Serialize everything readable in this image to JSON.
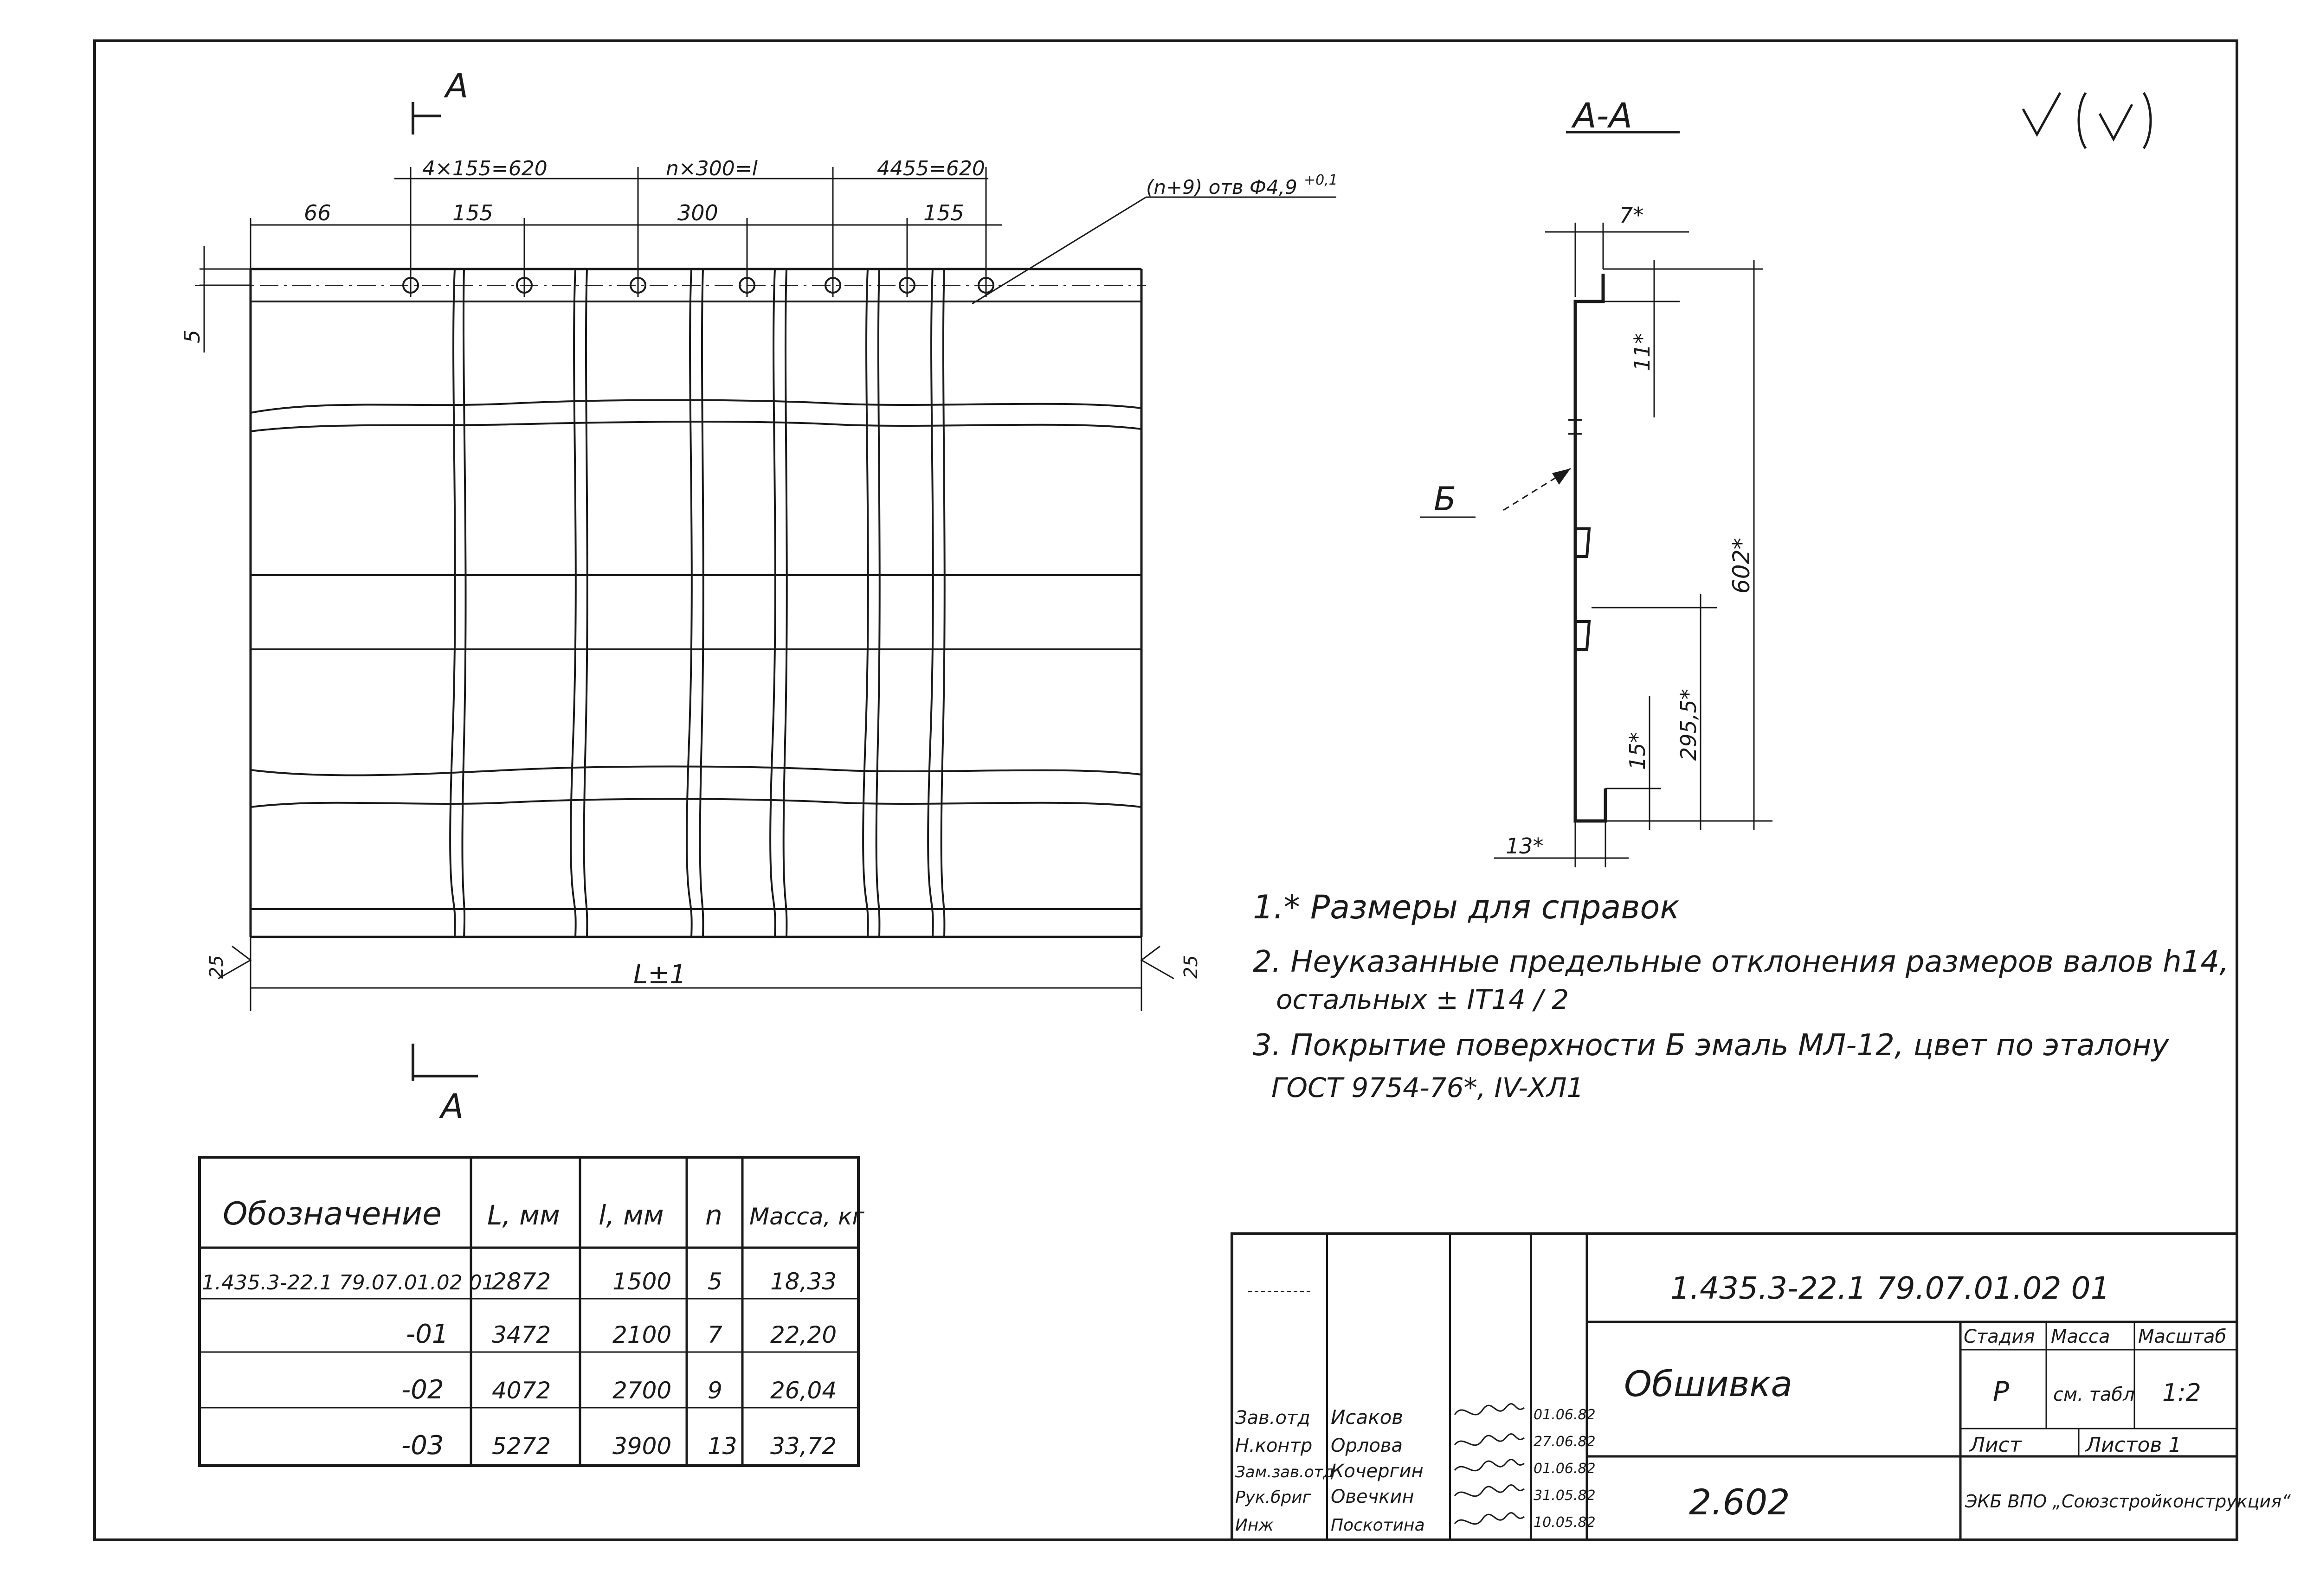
{
  "section_marks": {
    "top": "A",
    "bottom": "A",
    "view_title": "А-А"
  },
  "roughness_mark": "√ (√)",
  "plan_dims": {
    "seg_left": "4×155=620",
    "seg_mid": "n×300=l",
    "seg_right": "4455=620",
    "d66": "66",
    "d155_left": "155",
    "d300": "300",
    "d155_right": "155",
    "edge5": "5",
    "holes": "(n+9) отв Ф4,9",
    "holes_tol": "+0,1",
    "length": "L±1",
    "rough_left": "25",
    "rough_right": "25"
  },
  "section_view": {
    "d7": "7*",
    "d11": "11*",
    "d602": "602*",
    "d2955": "295,5*",
    "d15": "15*",
    "d13": "13*",
    "surface_label": "Б"
  },
  "notes": [
    "1.* Размеры для справок",
    "2. Неуказанные предельные отклонения размеров валов h14,",
    "остальных ± IT14 / 2",
    "3. Покрытие поверхности Б эмаль МЛ-12, цвет по эталону",
    "ГОСТ 9754-76*, IV-ХЛ1"
  ],
  "spec_table": {
    "headers": [
      "Обозначение",
      "L, мм",
      "l, мм",
      "n",
      "Масса, кг"
    ],
    "rows": [
      [
        "1.435.3-22.1 79.07.01.02 01",
        "2872",
        "1500",
        "5",
        "18,33"
      ],
      [
        "-01",
        "3472",
        "2100",
        "7",
        "22,20"
      ],
      [
        "-02",
        "4072",
        "2700",
        "9",
        "26,04"
      ],
      [
        "-03",
        "5272",
        "3900",
        "13",
        "33,72"
      ]
    ]
  },
  "title_block": {
    "doc_code": "1.435.3-22.1 79.07.01.02 01",
    "name": "Обшивка",
    "sheet_code": "2.602",
    "col_stage": "Стадия",
    "col_mass": "Масса",
    "col_scale": "Масштаб",
    "stage": "Р",
    "mass": "см. табл",
    "scale": "1:2",
    "sheet": "Лист",
    "sheets": "Листов 1",
    "org": "ЭКБ ВПО „Союзстройконструкция“",
    "roles": [
      "Зав.отд",
      "Н.контр",
      "Зам.зав.отд",
      "Рук.бриг",
      "Инж"
    ],
    "names": [
      "Исаков",
      "Орлова",
      "Кочергин",
      "Овечкин",
      "Поскотина"
    ],
    "dates": [
      "01.06.82",
      "27.06.82",
      "01.06.82",
      "31.05.82",
      "10.05.82"
    ]
  }
}
